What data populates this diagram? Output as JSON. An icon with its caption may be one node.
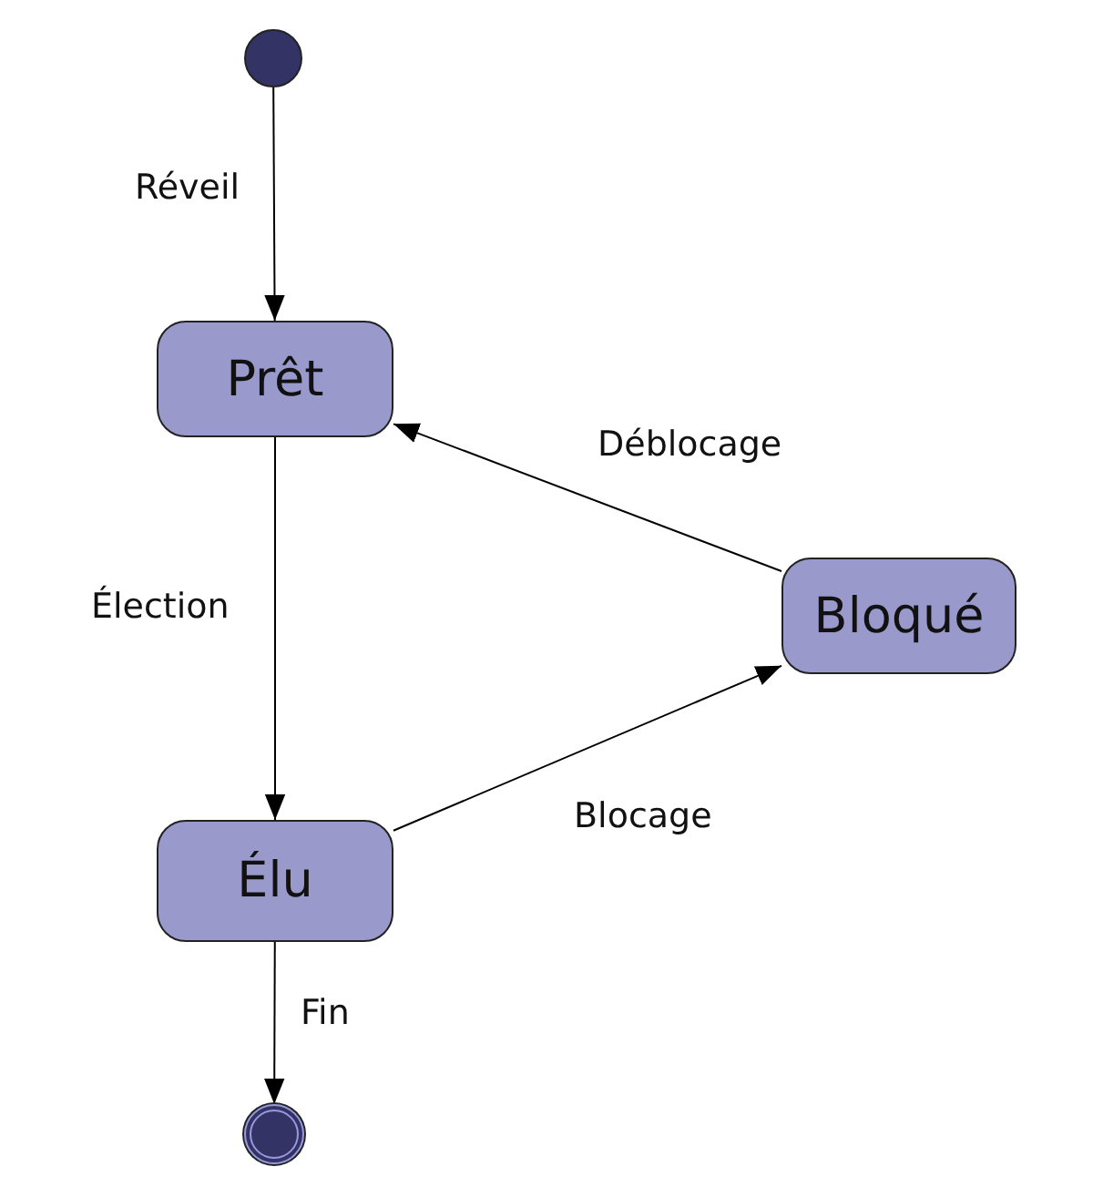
{
  "diagram": {
    "nodes": [
      {
        "text": [],
        "shape": "circle"
      },
      {
        "text": [
          "Prêt"
        ]
      },
      {
        "text": [
          "Élu"
        ]
      },
      {
        "text": [
          "Bloqué"
        ]
      },
      {
        "text": [],
        "shape": "circle"
      }
    ],
    "edges": [
      {
        "from": 0,
        "to": 1,
        "arrow": "to",
        "label": "Réveil"
      },
      {
        "from": 1,
        "to": 2,
        "arrow": "to",
        "label": "Élection"
      },
      {
        "from": 2,
        "to": 3,
        "arrow": "to",
        "label": "Blocage"
      },
      {
        "from": 3,
        "to": 1,
        "arrow": "to",
        "label": "Déblocage"
      },
      {
        "from": 2,
        "to": 4,
        "arrow": "to",
        "label": "Fin"
      }
    ]
  }
}
